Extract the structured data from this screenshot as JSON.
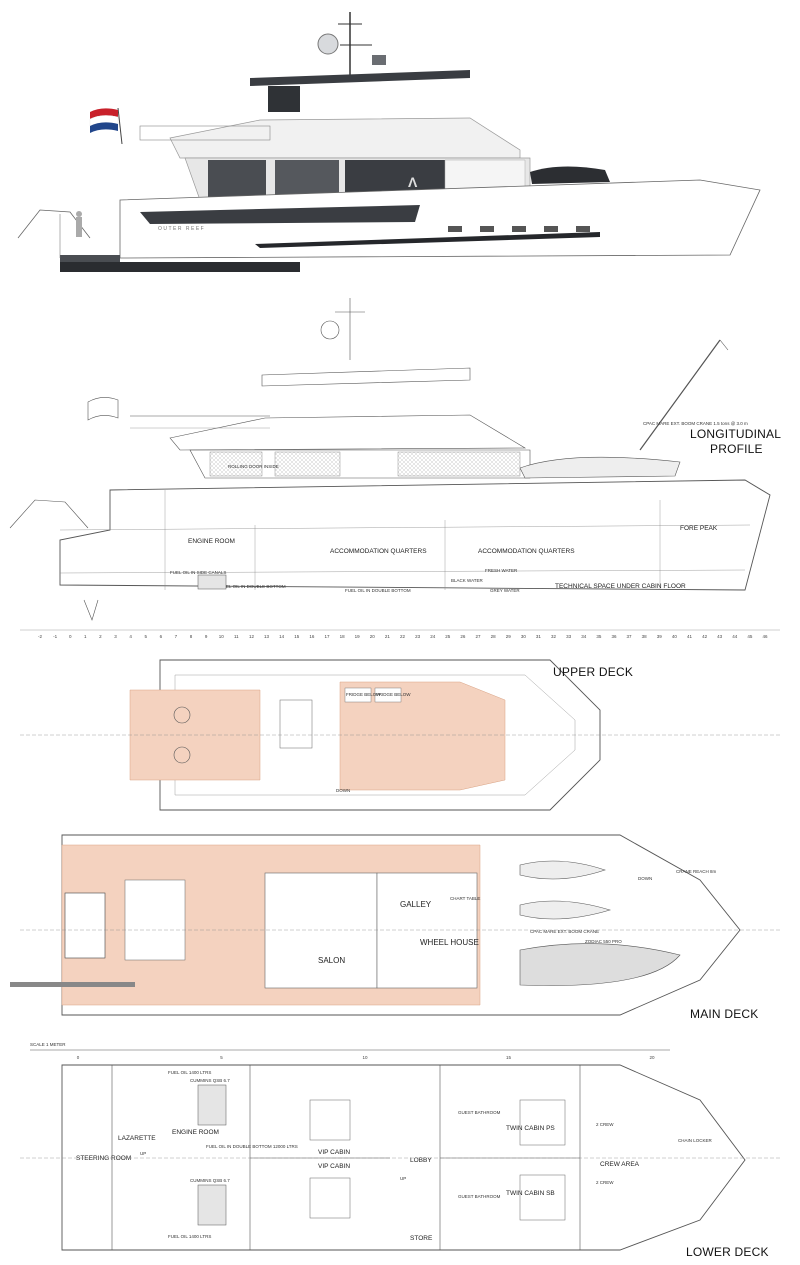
{
  "render": {
    "hull_name": "OUTER REEF"
  },
  "sections": {
    "profile_title_1": "LONGITUDINAL",
    "profile_title_2": "PROFILE",
    "upper_deck": "UPPER DECK",
    "main_deck": "MAIN DECK",
    "lower_deck": "LOWER DECK",
    "scale": "SCALE 1 METER"
  },
  "profile_labels": {
    "engine_room": "ENGINE ROOM",
    "accommodation_aft": "ACCOMMODATION QUARTERS",
    "accommodation_fwd": "ACCOMMODATION QUARTERS",
    "fore_peak": "FORE PEAK",
    "technical": "TECHNICAL SPACE UNDER CABIN FLOOR",
    "fresh_water": "FRESH WATER",
    "black_water": "BLACK WATER",
    "grey_water": "GREY WATER",
    "fuel_side": "FUEL OIL IN SIDE CANALS",
    "fuel_bottom": "FUEL OIL IN DOUBLE BOTTOM",
    "fuel_bottom2": "FUEL OIL IN DOUBLE BOTTOM",
    "crane": "CPAC MARE EXT. BOOM CRANE 1.5 tons @ 3.0 m",
    "rolling_door": "ROLLING DOOR INSIDE"
  },
  "upper_labels": {
    "fridge_1": "FRIDGE BELOW",
    "fridge_2": "FRIDGE BELOW",
    "down": "DOWN"
  },
  "main_labels": {
    "galley": "GALLEY",
    "salon": "SALON",
    "wheel_house": "WHEEL HOUSE",
    "chart_table": "CHART TABLE",
    "down": "DOWN",
    "crane_reach": "CRANE REACH 8m",
    "tender": "ZODIAC 550 PRO",
    "crane": "CPAC MARE EXT. BOOM CRANE"
  },
  "lower_labels": {
    "steering": "STEERING ROOM",
    "lazarette": "LAZARETTE",
    "engine_room": "ENGINE ROOM",
    "vip_cabin_1": "VIP CABIN",
    "vip_cabin_2": "VIP CABIN",
    "lobby": "LOBBY",
    "store": "STORE",
    "twin_ps": "TWIN CABIN PS",
    "twin_sb": "TWIN CABIN SB",
    "guest_bath_1": "GUEST BATHROOM",
    "guest_bath_2": "GUEST BATHROOM",
    "crew_area": "CREW AREA",
    "crew_2a": "2 CREW",
    "crew_2b": "2 CREW",
    "chain_locker": "CHAIN LOCKER",
    "up1": "UP",
    "up2": "UP",
    "engine_a": "CUMMINS QSB 6.7",
    "engine_b": "CUMMINS QSB 6.7",
    "fuel_a": "FUEL OIL 1400 LTRS",
    "fuel_b": "FUEL OIL 1400 LTRS",
    "fuel_c": "FUEL OIL IN DOUBLE BOTTOM 12000 LTRS"
  },
  "scale_ticks": [
    "0",
    "5",
    "10",
    "15",
    "20"
  ],
  "frames": [
    "-2",
    "-1",
    "0",
    "1",
    "2",
    "3",
    "4",
    "5",
    "6",
    "7",
    "8",
    "9",
    "10",
    "11",
    "12",
    "13",
    "14",
    "15",
    "16",
    "17",
    "18",
    "19",
    "20",
    "21",
    "22",
    "23",
    "24",
    "25",
    "26",
    "27",
    "28",
    "29",
    "30",
    "31",
    "32",
    "33",
    "34",
    "35",
    "36",
    "37",
    "38",
    "39",
    "40",
    "41",
    "42",
    "43",
    "44",
    "45",
    "46"
  ],
  "colors": {
    "deck_wood": "#f4d2bf",
    "hull_dark": "#3a3d42",
    "flag_red": "#c8202a",
    "flag_blue": "#21468b"
  }
}
